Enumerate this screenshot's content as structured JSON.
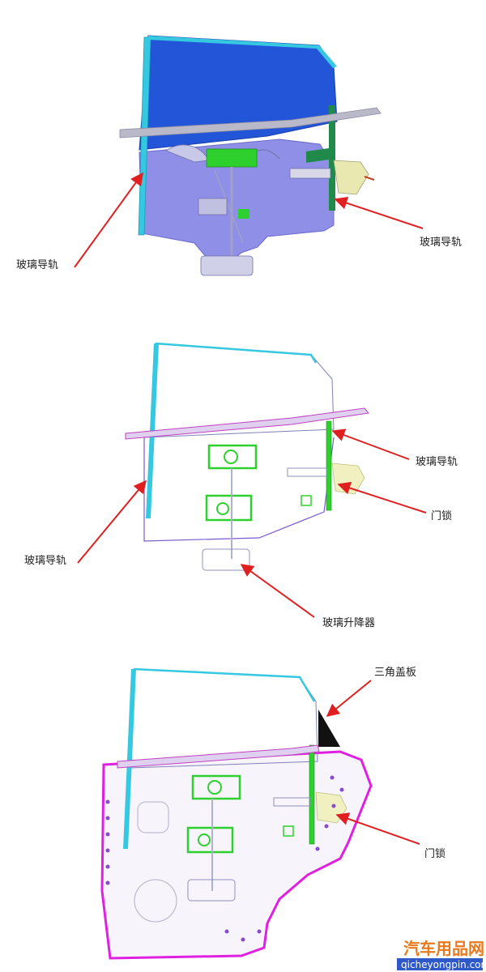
{
  "colors": {
    "glass_fill": "#2255d8",
    "door_inner": "#8f8fe8",
    "guide_rail": "#35c8e0",
    "regulator": "#2ed02e",
    "belt_strip": "#b9b9c9",
    "lock": "#e8e8b0",
    "arrow": "#e02020",
    "outer_panel": "#e020e0",
    "watermark": "#e8791e",
    "watermark_bg": "#2f58c8"
  },
  "views": [
    {
      "id": "view-1",
      "callouts": [
        {
          "id": "glass-guide-rail-left",
          "text": "玻璃导轨"
        },
        {
          "id": "glass-guide-rail-right",
          "text": "玻璃导轨"
        }
      ]
    },
    {
      "id": "view-2",
      "callouts": [
        {
          "id": "glass-guide-rail-right",
          "text": "玻璃导轨"
        },
        {
          "id": "door-lock",
          "text": "门锁"
        },
        {
          "id": "glass-guide-rail-left",
          "text": "玻璃导轨"
        },
        {
          "id": "window-regulator",
          "text": "玻璃升降器"
        }
      ]
    },
    {
      "id": "view-3",
      "callouts": [
        {
          "id": "triangle-cover",
          "text": "三角盖板"
        },
        {
          "id": "door-lock",
          "text": "门锁"
        }
      ]
    }
  ],
  "watermark": {
    "site_name": "汽车用品网",
    "url": "qicheyongpin.com"
  }
}
